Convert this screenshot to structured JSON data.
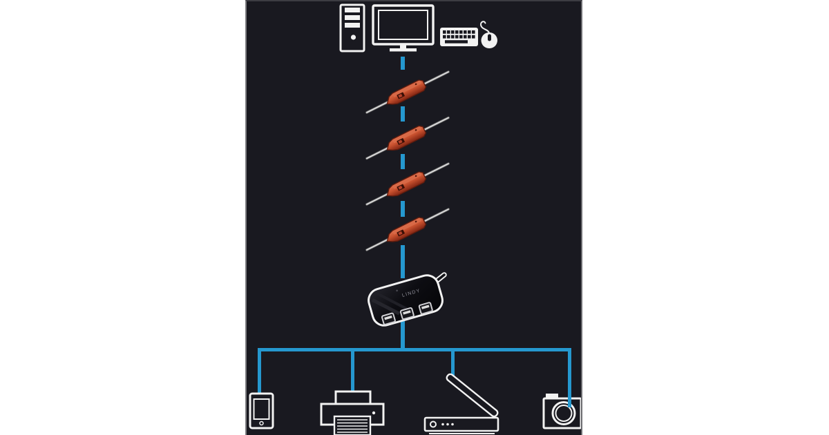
{
  "diagram": {
    "kind": "usb-extension-topology-infographic",
    "hub_label": "LINDY"
  },
  "colors": {
    "page_margin": "#ffffff",
    "panel_background": "#191920",
    "connection_blue": "#2598cf",
    "icon_stroke": "#f2f2f2",
    "cable_gray": "#dcdcdc",
    "repeater_body_red": "#c8512f",
    "repeater_shadow_red": "#802412",
    "hub_body_black": "#0c0c10",
    "hub_label_gray": "#90909a"
  },
  "nodes": {
    "computer_icons": [
      "pc-tower-icon",
      "monitor-icon",
      "keyboard-icon",
      "mouse-icon"
    ],
    "repeater_count": 4,
    "hub_port_count": 3,
    "peripheral_icons": [
      "smartphone-icon",
      "printer-icon",
      "scanner-icon",
      "camera-icon"
    ]
  }
}
